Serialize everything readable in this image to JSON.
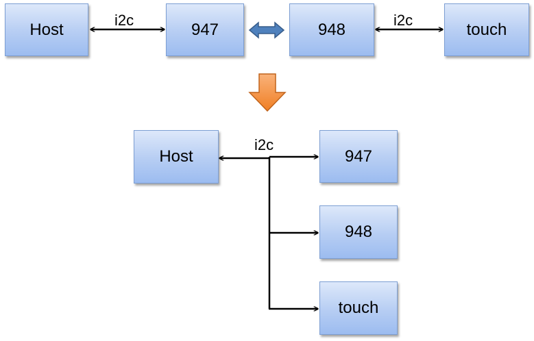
{
  "top_row": {
    "host": "Host",
    "n947": "947",
    "n948": "948",
    "touch": "touch",
    "link_left_label": "i2c",
    "link_right_label": "i2c"
  },
  "bottom": {
    "host": "Host",
    "n947": "947",
    "n948": "948",
    "touch": "touch",
    "bus_label": "i2c"
  },
  "colors": {
    "box_border": "#7c9ed3",
    "box_fill_top": "#dde8fa",
    "box_fill_bottom": "#9cbcf0",
    "double_arrow_fill": "#4f81bd",
    "down_arrow_fill": "#f79646",
    "line": "#000000"
  }
}
